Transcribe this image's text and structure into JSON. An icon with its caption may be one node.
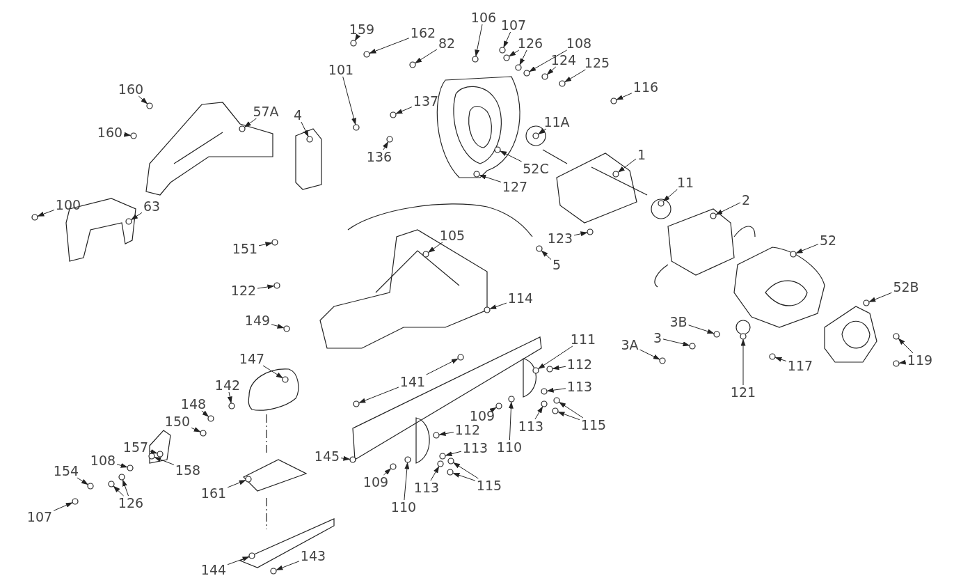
{
  "diagram": {
    "nodes": [
      {
        "text": [
          "159"
        ]
      },
      {
        "text": [
          "162"
        ]
      },
      {
        "text": [
          "82"
        ]
      },
      {
        "text": [
          "106"
        ]
      },
      {
        "text": [
          "107"
        ]
      },
      {
        "text": [
          "126"
        ]
      },
      {
        "text": [
          "108"
        ]
      },
      {
        "text": [
          "124"
        ]
      },
      {
        "text": [
          "125"
        ]
      },
      {
        "text": [
          "116"
        ]
      },
      {
        "text": [
          "160"
        ]
      },
      {
        "text": [
          "57A"
        ]
      },
      {
        "text": [
          "101"
        ]
      },
      {
        "text": [
          "137"
        ]
      },
      {
        "text": [
          "4"
        ]
      },
      {
        "text": [
          "11A"
        ]
      },
      {
        "text": [
          "160"
        ]
      },
      {
        "text": [
          "136"
        ]
      },
      {
        "text": [
          "52C"
        ]
      },
      {
        "text": [
          "1"
        ]
      },
      {
        "text": [
          "127"
        ]
      },
      {
        "text": [
          "100"
        ]
      },
      {
        "text": [
          "63"
        ]
      },
      {
        "text": [
          "11"
        ]
      },
      {
        "text": [
          "2"
        ]
      },
      {
        "text": [
          "105"
        ]
      },
      {
        "text": [
          "123"
        ]
      },
      {
        "text": [
          "52"
        ]
      },
      {
        "text": [
          "151"
        ]
      },
      {
        "text": [
          "5"
        ]
      },
      {
        "text": [
          "122"
        ]
      },
      {
        "text": [
          "114"
        ]
      },
      {
        "text": [
          "52B"
        ]
      },
      {
        "text": [
          "149"
        ]
      },
      {
        "text": [
          "3B"
        ]
      },
      {
        "text": [
          "111"
        ]
      },
      {
        "text": [
          "3"
        ]
      },
      {
        "text": [
          "3A"
        ]
      },
      {
        "text": [
          "147"
        ]
      },
      {
        "text": [
          "112"
        ]
      },
      {
        "text": [
          "141"
        ]
      },
      {
        "text": [
          "121"
        ]
      },
      {
        "text": [
          "117"
        ]
      },
      {
        "text": [
          "119"
        ]
      },
      {
        "text": [
          "113"
        ]
      },
      {
        "text": [
          "142"
        ]
      },
      {
        "text": [
          "148"
        ]
      },
      {
        "text": [
          "109"
        ]
      },
      {
        "text": [
          "113"
        ]
      },
      {
        "text": [
          "115"
        ]
      },
      {
        "text": [
          "150"
        ]
      },
      {
        "text": [
          "110"
        ]
      },
      {
        "text": [
          "157"
        ]
      },
      {
        "text": [
          "108"
        ]
      },
      {
        "text": [
          "158"
        ]
      },
      {
        "text": [
          "113"
        ]
      },
      {
        "text": [
          "145"
        ]
      },
      {
        "text": [
          "154"
        ]
      },
      {
        "text": [
          "109"
        ]
      },
      {
        "text": [
          "112"
        ]
      },
      {
        "text": [
          "113"
        ]
      },
      {
        "text": [
          "115"
        ]
      },
      {
        "text": [
          "161"
        ]
      },
      {
        "text": [
          "126"
        ]
      },
      {
        "text": [
          "107"
        ]
      },
      {
        "text": [
          "110"
        ]
      },
      {
        "text": [
          "144"
        ]
      },
      {
        "text": [
          "143"
        ]
      },
      {
        "text": [],
        "shape": "circle"
      },
      {
        "text": [],
        "shape": "circle"
      },
      {
        "text": [],
        "shape": "circle"
      },
      {
        "text": [],
        "shape": "circle"
      },
      {
        "text": [],
        "shape": "circle"
      },
      {
        "text": [],
        "shape": "circle"
      },
      {
        "text": [],
        "shape": "circle"
      },
      {
        "text": [],
        "shape": "circle"
      },
      {
        "text": [],
        "shape": "circle"
      },
      {
        "text": [],
        "shape": "circle"
      },
      {
        "text": [],
        "shape": "circle"
      },
      {
        "text": [],
        "shape": "circle"
      },
      {
        "text": [],
        "shape": "circle"
      },
      {
        "text": [],
        "shape": "circle"
      },
      {
        "text": [],
        "shape": "circle"
      },
      {
        "text": [],
        "shape": "circle"
      },
      {
        "text": [],
        "shape": "circle"
      },
      {
        "text": [],
        "shape": "circle"
      },
      {
        "text": [],
        "shape": "circle"
      },
      {
        "text": [],
        "shape": "circle"
      },
      {
        "text": [],
        "shape": "circle"
      },
      {
        "text": [],
        "shape": "circle"
      },
      {
        "text": [],
        "shape": "circle"
      },
      {
        "text": [],
        "shape": "circle"
      },
      {
        "text": [],
        "shape": "circle"
      },
      {
        "text": [],
        "shape": "circle"
      },
      {
        "text": [],
        "shape": "circle"
      },
      {
        "text": [],
        "shape": "circle"
      },
      {
        "text": [],
        "shape": "circle"
      },
      {
        "text": [],
        "shape": "circle"
      },
      {
        "text": [],
        "shape": "circle"
      },
      {
        "text": [],
        "shape": "circle"
      },
      {
        "text": [],
        "shape": "circle"
      },
      {
        "text": [],
        "shape": "circle"
      },
      {
        "text": [],
        "shape": "circle"
      },
      {
        "text": [],
        "shape": "circle"
      },
      {
        "text": [],
        "shape": "circle"
      },
      {
        "text": [],
        "shape": "circle"
      },
      {
        "text": [],
        "shape": "circle"
      },
      {
        "text": [],
        "shape": "circle"
      },
      {
        "text": [],
        "shape": "circle"
      },
      {
        "text": [],
        "shape": "circle"
      },
      {
        "text": [],
        "shape": "circle"
      },
      {
        "text": [],
        "shape": "circle"
      },
      {
        "text": [],
        "shape": "circle"
      },
      {
        "text": [],
        "shape": "circle"
      },
      {
        "text": [],
        "shape": "circle"
      },
      {
        "text": [],
        "shape": "circle"
      },
      {
        "text": [],
        "shape": "circle"
      },
      {
        "text": [],
        "shape": "circle"
      },
      {
        "text": [],
        "shape": "circle"
      },
      {
        "text": [],
        "shape": "circle"
      },
      {
        "text": [],
        "shape": "circle"
      },
      {
        "text": [],
        "shape": "circle"
      },
      {
        "text": [],
        "shape": "circle"
      },
      {
        "text": [],
        "shape": "circle"
      },
      {
        "text": [],
        "shape": "circle"
      },
      {
        "text": [],
        "shape": "circle"
      },
      {
        "text": [],
        "shape": "circle"
      },
      {
        "text": [],
        "shape": "circle"
      },
      {
        "text": [],
        "shape": "circle"
      },
      {
        "text": [],
        "shape": "circle"
      },
      {
        "text": [],
        "shape": "circle"
      },
      {
        "text": [],
        "shape": "circle"
      },
      {
        "text": [],
        "shape": "circle"
      },
      {
        "text": [],
        "shape": "circle"
      },
      {
        "text": [],
        "shape": "circle"
      },
      {
        "text": [],
        "shape": "circle"
      },
      {
        "text": [],
        "shape": "circle"
      },
      {
        "text": [],
        "shape": "circle"
      },
      {
        "text": [],
        "shape": "circle"
      },
      {
        "text": [],
        "shape": "circle"
      },
      {
        "text": [],
        "shape": "circle"
      },
      {
        "text": [],
        "shape": "circle"
      }
    ],
    "edges": [
      {
        "from": 0,
        "to": 68,
        "arrow": "to"
      },
      {
        "from": 1,
        "to": 69,
        "arrow": "to"
      },
      {
        "from": 2,
        "to": 70,
        "arrow": "to"
      },
      {
        "from": 3,
        "to": 71,
        "arrow": "to"
      },
      {
        "from": 4,
        "to": 72,
        "arrow": "to"
      },
      {
        "from": 5,
        "to": 73,
        "arrow": "to"
      },
      {
        "from": 5,
        "to": 74,
        "arrow": "to"
      },
      {
        "from": 6,
        "to": 75,
        "arrow": "to"
      },
      {
        "from": 7,
        "to": 76,
        "arrow": "to"
      },
      {
        "from": 8,
        "to": 77,
        "arrow": "to"
      },
      {
        "from": 9,
        "to": 78,
        "arrow": "to"
      },
      {
        "from": 10,
        "to": 79,
        "arrow": "to"
      },
      {
        "from": 11,
        "to": 80,
        "arrow": "to"
      },
      {
        "from": 12,
        "to": 81,
        "arrow": "to"
      },
      {
        "from": 13,
        "to": 82,
        "arrow": "to"
      },
      {
        "from": 14,
        "to": 83,
        "arrow": "to"
      },
      {
        "from": 15,
        "to": 84,
        "arrow": "to"
      },
      {
        "from": 16,
        "to": 85,
        "arrow": "to"
      },
      {
        "from": 17,
        "to": 86,
        "arrow": "to"
      },
      {
        "from": 18,
        "to": 87,
        "arrow": "to"
      },
      {
        "from": 19,
        "to": 88,
        "arrow": "to"
      },
      {
        "from": 20,
        "to": 89,
        "arrow": "to"
      },
      {
        "from": 21,
        "to": 90,
        "arrow": "to"
      },
      {
        "from": 22,
        "to": 91,
        "arrow": "to"
      },
      {
        "from": 23,
        "to": 92,
        "arrow": "to"
      },
      {
        "from": 24,
        "to": 93,
        "arrow": "to"
      },
      {
        "from": 25,
        "to": 94,
        "arrow": "to"
      },
      {
        "from": 26,
        "to": 95,
        "arrow": "to"
      },
      {
        "from": 27,
        "to": 96,
        "arrow": "to"
      },
      {
        "from": 28,
        "to": 97,
        "arrow": "to"
      },
      {
        "from": 29,
        "to": 98,
        "arrow": "to"
      },
      {
        "from": 30,
        "to": 99,
        "arrow": "to"
      },
      {
        "from": 31,
        "to": 100,
        "arrow": "to"
      },
      {
        "from": 32,
        "to": 101,
        "arrow": "to"
      },
      {
        "from": 33,
        "to": 102,
        "arrow": "to"
      },
      {
        "from": 34,
        "to": 103,
        "arrow": "to"
      },
      {
        "from": 35,
        "to": 104,
        "arrow": "to"
      },
      {
        "from": 36,
        "to": 105,
        "arrow": "to"
      },
      {
        "from": 37,
        "to": 106,
        "arrow": "to"
      },
      {
        "from": 38,
        "to": 107,
        "arrow": "to"
      },
      {
        "from": 39,
        "to": 108,
        "arrow": "to"
      },
      {
        "from": 40,
        "to": 109,
        "arrow": "to"
      },
      {
        "from": 40,
        "to": 110,
        "arrow": "to"
      },
      {
        "from": 41,
        "to": 111,
        "arrow": "to"
      },
      {
        "from": 42,
        "to": 112,
        "arrow": "to"
      },
      {
        "from": 43,
        "to": 113,
        "arrow": "to"
      },
      {
        "from": 43,
        "to": 114,
        "arrow": "to"
      },
      {
        "from": 44,
        "to": 115,
        "arrow": "to"
      },
      {
        "from": 45,
        "to": 116,
        "arrow": "to"
      },
      {
        "from": 46,
        "to": 117,
        "arrow": "to"
      },
      {
        "from": 47,
        "to": 118,
        "arrow": "to"
      },
      {
        "from": 48,
        "to": 119,
        "arrow": "to"
      },
      {
        "from": 49,
        "to": 120,
        "arrow": "to"
      },
      {
        "from": 49,
        "to": 121,
        "arrow": "to"
      },
      {
        "from": 50,
        "to": 122,
        "arrow": "to"
      },
      {
        "from": 51,
        "to": 123,
        "arrow": "to"
      },
      {
        "from": 52,
        "to": 124,
        "arrow": "to"
      },
      {
        "from": 53,
        "to": 125,
        "arrow": "to"
      },
      {
        "from": 54,
        "to": 126,
        "arrow": "to"
      },
      {
        "from": 55,
        "to": 127,
        "arrow": "to"
      },
      {
        "from": 56,
        "to": 128,
        "arrow": "to"
      },
      {
        "from": 57,
        "to": 129,
        "arrow": "to"
      },
      {
        "from": 58,
        "to": 130,
        "arrow": "to"
      },
      {
        "from": 59,
        "to": 131,
        "arrow": "to"
      },
      {
        "from": 60,
        "to": 132,
        "arrow": "to"
      },
      {
        "from": 61,
        "to": 133,
        "arrow": "to"
      },
      {
        "from": 61,
        "to": 134,
        "arrow": "to"
      },
      {
        "from": 62,
        "to": 135,
        "arrow": "to"
      },
      {
        "from": 63,
        "to": 136,
        "arrow": "to"
      },
      {
        "from": 63,
        "to": 137,
        "arrow": "to"
      },
      {
        "from": 64,
        "to": 138,
        "arrow": "to"
      },
      {
        "from": 65,
        "to": 139,
        "arrow": "to"
      },
      {
        "from": 66,
        "to": 140,
        "arrow": "to"
      },
      {
        "from": 67,
        "to": 141,
        "arrow": "to"
      }
    ]
  }
}
